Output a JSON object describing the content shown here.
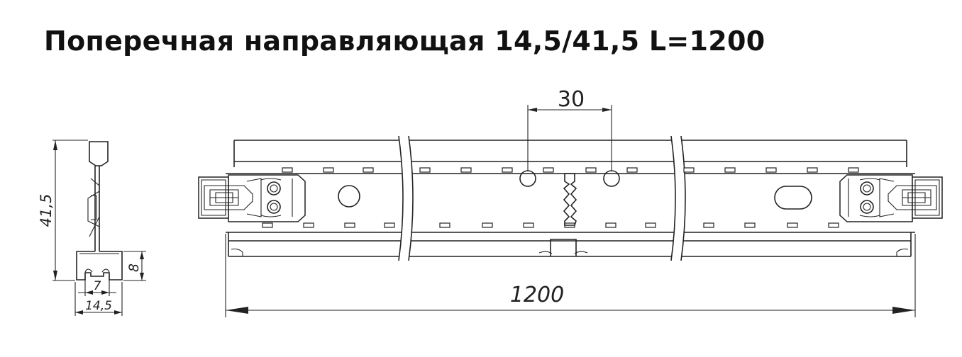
{
  "title": "Поперечная направляющая 14,5/41,5 L=1200",
  "dimensions": {
    "height": "41,5",
    "flange_height": "8",
    "inner_width": "7",
    "width": "14,5",
    "hole_spacing": "30",
    "length": "1200"
  }
}
